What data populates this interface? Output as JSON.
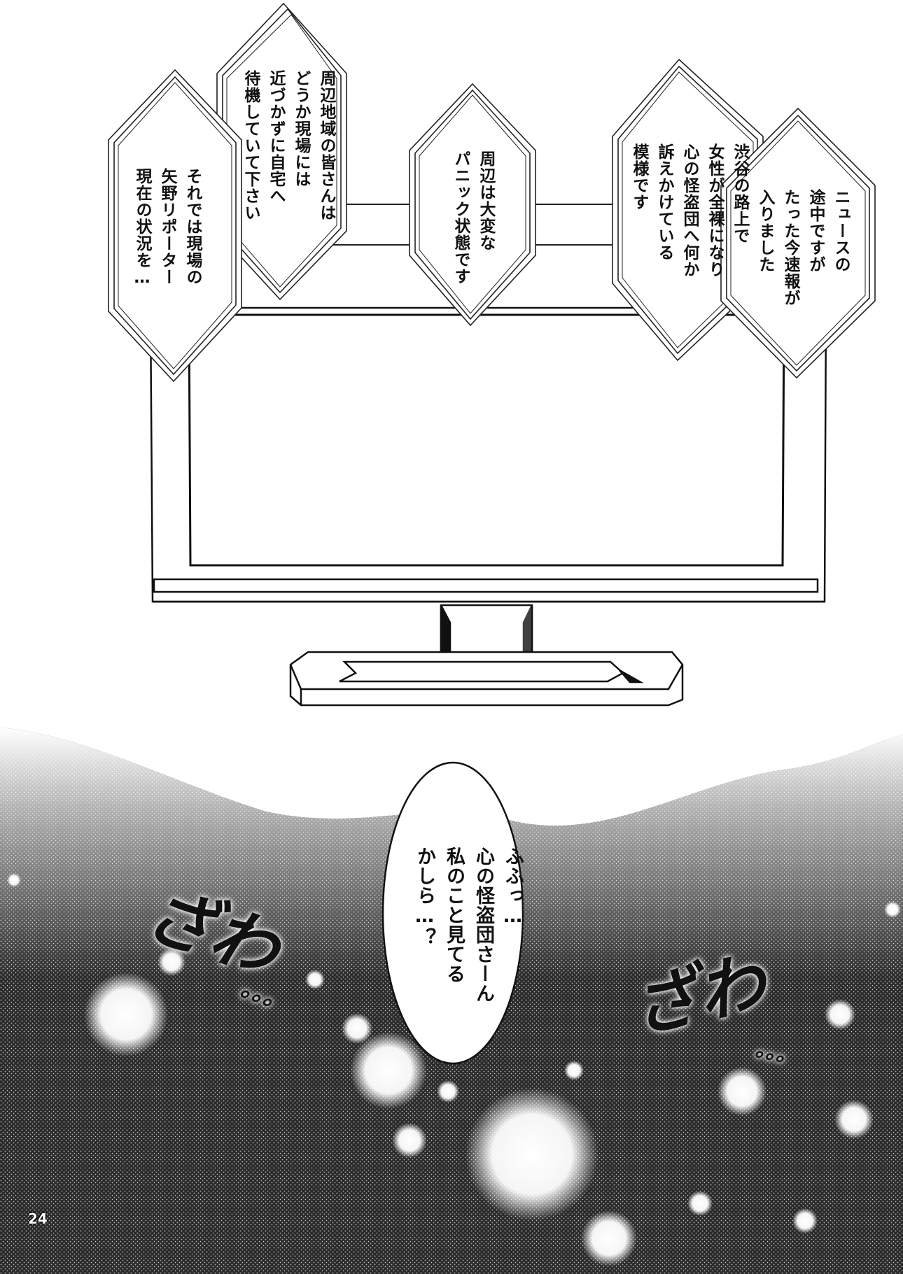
{
  "news_bubbles": {
    "left_text": "それでは現場の\n矢野リポーター\n現在の状況を…",
    "left_center_text": "周辺地域の皆さんは\nどうか現場には\n近づかずに自宅へ\n待機していて下さい",
    "center_text": "周辺は大変な\nパニック状態です",
    "right_inner_text": "渋谷の路上で\n女性が全裸になり\n心の怪盗団へ何か\n訴えかけている\n模様です",
    "right_outer_text": "ニュースの\n途中ですが\nたった今速報が\n入りました"
  },
  "speech_bubble": {
    "text": "ふふっ…\n心の怪盗団さーん\n私のこと見てる\nかしら…？"
  },
  "sfx": {
    "left": "ざわ",
    "left_dots": "。。。",
    "right": "ざわ",
    "right_dots": "。。。"
  },
  "page_number": "24"
}
